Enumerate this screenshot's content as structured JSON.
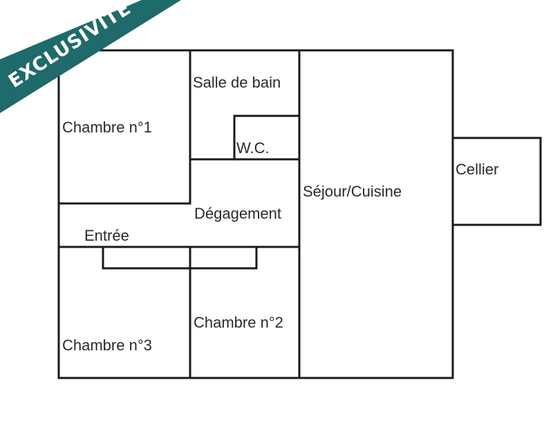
{
  "banner": {
    "label": "EXCLUSIVITÉ"
  },
  "rooms": {
    "chambre1": "Chambre n°1",
    "salle_de_bain": "Salle de bain",
    "wc": "W.C.",
    "sejour_cuisine": "Séjour/Cuisine",
    "cellier": "Cellier",
    "degagement": "Dégagement",
    "entree": "Entrée",
    "chambre2": "Chambre n°2",
    "chambre3": "Chambre n°3"
  },
  "colors": {
    "banner": "#1f6a6a",
    "walls": "#1a1a1a",
    "labels": "#2a2a2a"
  }
}
